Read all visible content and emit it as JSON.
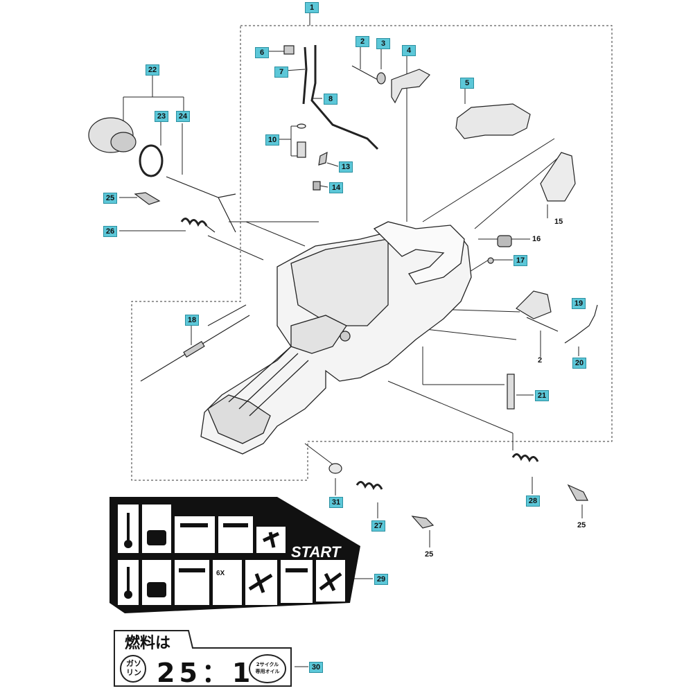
{
  "diagram": {
    "callouts": {
      "c1": "1",
      "c2a": "2",
      "c2b": "2",
      "c3": "3",
      "c4": "4",
      "c5": "5",
      "c6": "6",
      "c7": "7",
      "c8": "8",
      "c10": "10",
      "c13": "13",
      "c14": "14",
      "c15": "15",
      "c16": "16",
      "c17": "17",
      "c18": "18",
      "c19": "19",
      "c20": "20",
      "c21": "21",
      "c22": "22",
      "c23": "23",
      "c24": "24",
      "c25a": "25",
      "c25b": "25",
      "c25c": "25",
      "c26": "26",
      "c27": "27",
      "c28": "28",
      "c29": "29",
      "c30": "30",
      "c31": "31"
    },
    "start_decal": {
      "start_text": "START",
      "sixx_text": "6X"
    },
    "fuel_label": {
      "title": "燃料は",
      "gasoline_top": "ガソ",
      "gasoline_bottom": "リン",
      "ratio": "25：1",
      "oil_top": "2サイクル",
      "oil_bottom": "専用オイル"
    },
    "colors": {
      "callout_box": "#5cc7d8",
      "line": "#222222",
      "decal": "#111111"
    }
  }
}
